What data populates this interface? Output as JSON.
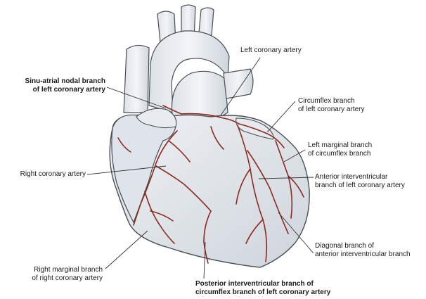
{
  "colors": {
    "heart_fill": "#e3e7ec",
    "heart_stroke": "#4a4f55",
    "artery": "#8b2a1f",
    "leader": "#333333"
  },
  "labels": {
    "left_coronary_artery": [
      "Left coronary artery"
    ],
    "sinu_atrial": [
      "Sinu-atrial nodal branch",
      "of left coronary artery"
    ],
    "circumflex": [
      "Circumflex branch",
      "of left coronary artery"
    ],
    "left_marginal": [
      "Left marginal branch",
      "of circumflex branch"
    ],
    "right_coronary": [
      "Right coronary artery"
    ],
    "anterior_interventricular": [
      "Anterior interventricular",
      "branch of left coronary artery"
    ],
    "diagonal": [
      "Diagonal branch of",
      "anterior interventricular branch"
    ],
    "right_marginal": [
      "Right marginal branch",
      "of right coronary artery"
    ],
    "posterior_interventricular": [
      "Posterior interventricular branch of",
      "circumflex branch of left coronary artery"
    ]
  }
}
